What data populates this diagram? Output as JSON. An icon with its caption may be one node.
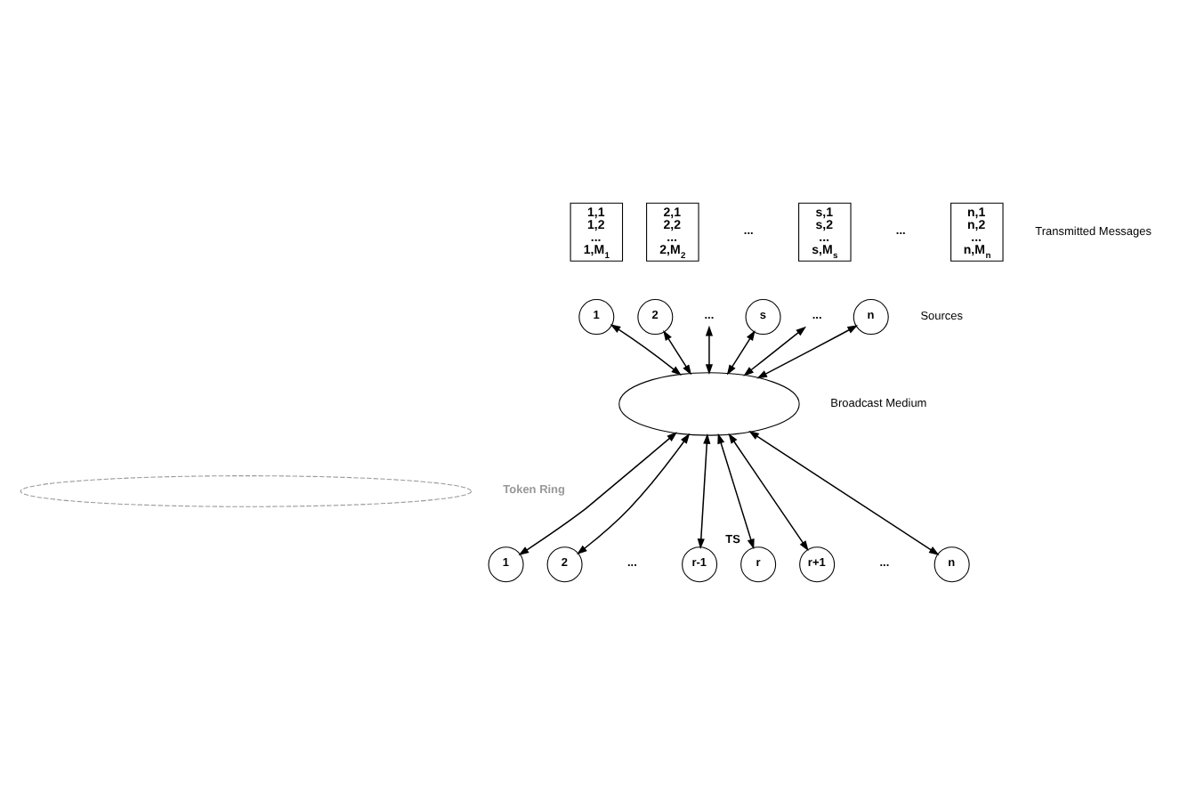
{
  "diagram": {
    "nodes": [
      {
        "text": [
          "1,1",
          "1,2",
          "...",
          "1,M$_{1}$"
        ]
      },
      {
        "text": [
          "2,1",
          "2,2",
          "...",
          "2,M$_{2}$"
        ]
      },
      {
        "text": [
          "s,1",
          "s,2",
          "...",
          "s,M$_{s}$"
        ]
      },
      {
        "text": [
          "n,1",
          "n,2",
          "...",
          "n,M$_{n}$"
        ]
      },
      {
        "text": [
          "1"
        ]
      },
      {
        "text": [
          "2"
        ]
      },
      {
        "text": [
          "..."
        ]
      },
      {
        "text": [
          "s"
        ]
      },
      {
        "text": [
          "..."
        ]
      },
      {
        "text": [
          "n"
        ]
      },
      {
        "text": [],
        "shape": "ellipse",
        "beside": [
          "Broadcast Medium"
        ]
      },
      {
        "text": [],
        "shape": "ellipse",
        "beside": [
          "Token Ring"
        ]
      },
      {
        "text": [
          "1"
        ]
      },
      {
        "text": [
          "2"
        ]
      },
      {
        "text": [
          "r-1"
        ]
      },
      {
        "text": [
          "r"
        ],
        "beside": [
          "TS"
        ]
      },
      {
        "text": [
          "r+1"
        ]
      },
      {
        "text": [
          "n"
        ]
      }
    ],
    "edges": [
      {
        "from": 4,
        "to": 10,
        "arrow": "both"
      },
      {
        "from": 5,
        "to": 10,
        "arrow": "both"
      },
      {
        "from": 6,
        "to": 10,
        "arrow": "both"
      },
      {
        "from": 7,
        "to": 10,
        "arrow": "both"
      },
      {
        "from": 8,
        "to": 10,
        "arrow": "both"
      },
      {
        "from": 9,
        "to": 10,
        "arrow": "both"
      },
      {
        "from": 10,
        "to": 12,
        "arrow": "both"
      },
      {
        "from": 10,
        "to": 13,
        "arrow": "both"
      },
      {
        "from": 10,
        "to": 14,
        "arrow": "both"
      },
      {
        "from": 10,
        "to": 15,
        "arrow": "both"
      },
      {
        "from": 10,
        "to": 16,
        "arrow": "both"
      },
      {
        "from": 10,
        "to": 17,
        "arrow": "both"
      }
    ],
    "labels": [
      "...",
      "...",
      "Transmitted Messages",
      "Sources",
      "...",
      "..."
    ]
  }
}
